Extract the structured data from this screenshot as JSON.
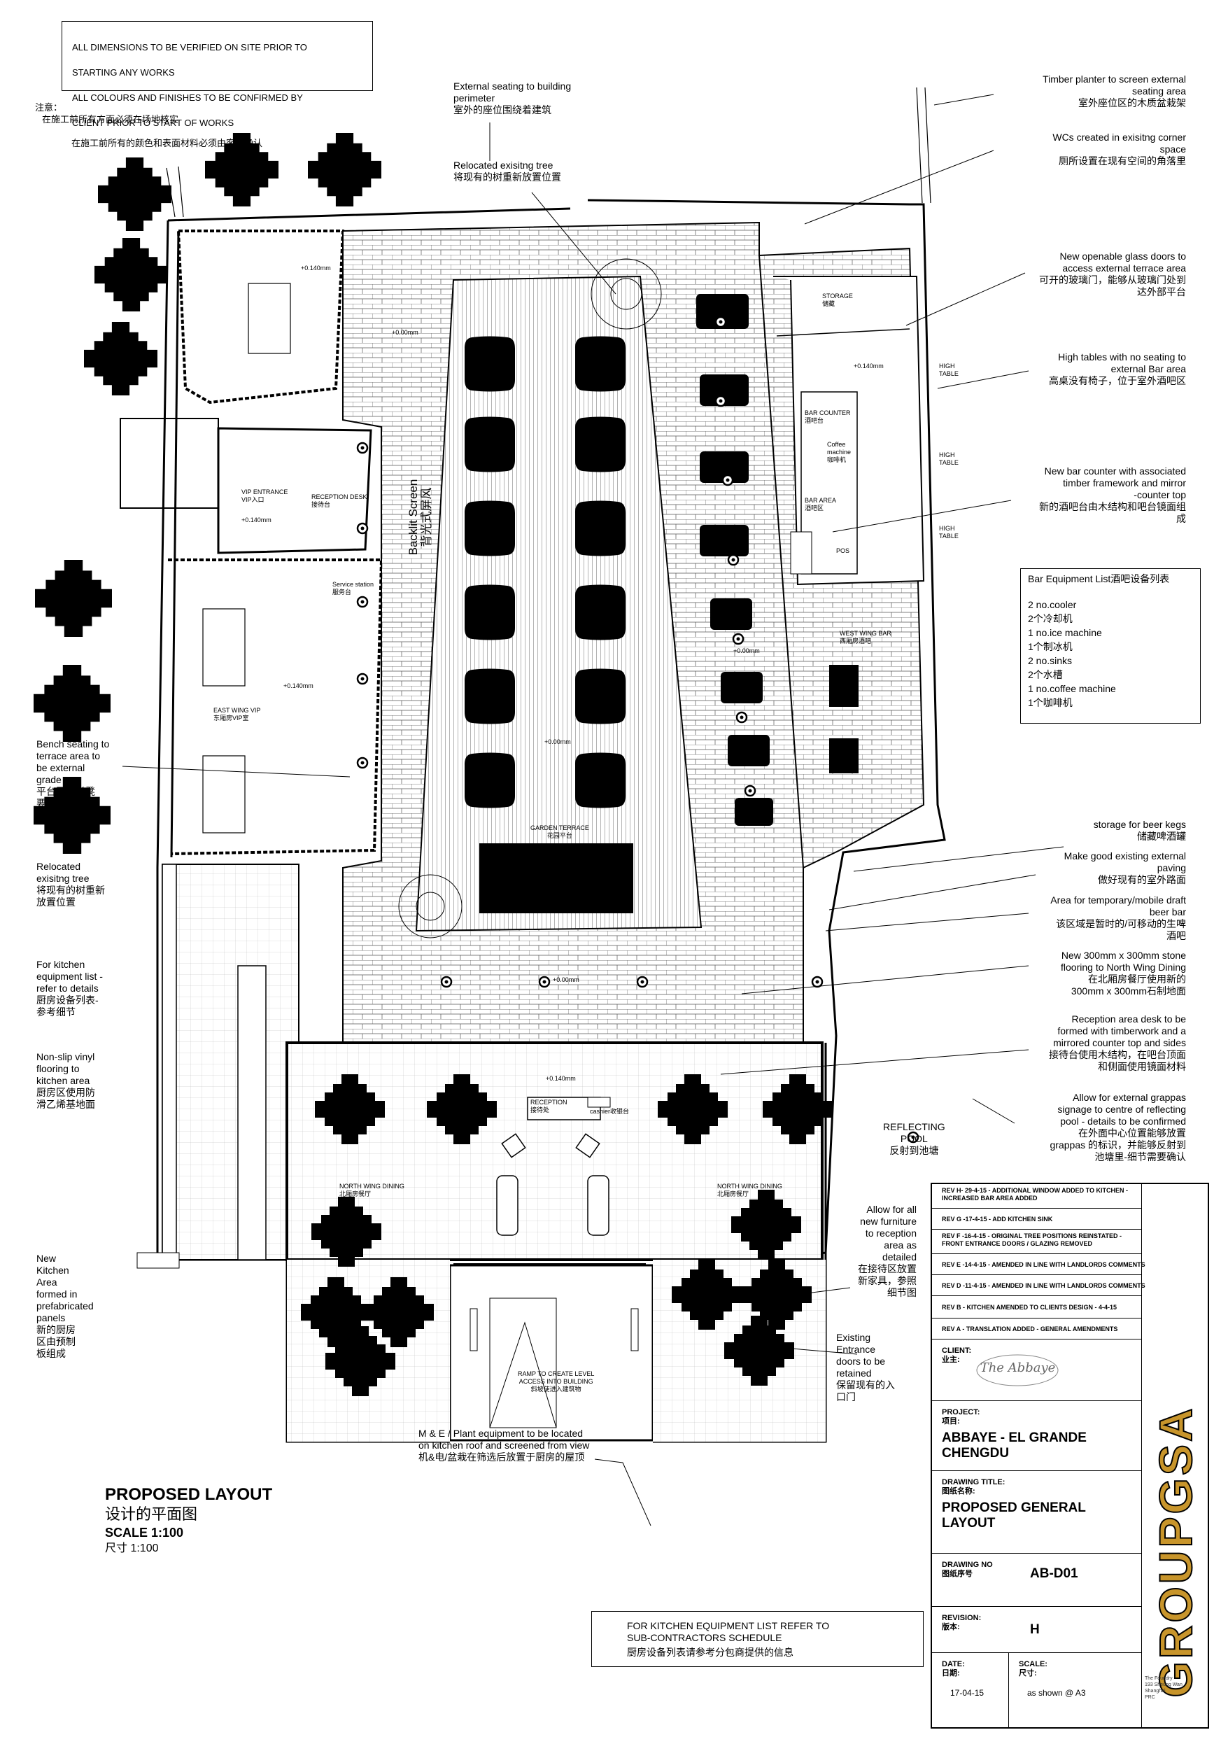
{
  "top_note": {
    "lines": [
      "ALL DIMENSIONS TO BE VERIFIED ON SITE PRIOR TO",
      "STARTING ANY WORKS",
      "ALL COLOURS AND FINISHES TO BE CONFIRMED BY",
      "CLIENT PRIOR TO START OF WORKS"
    ],
    "cn_prefix": "注意：",
    "cn_lines": [
      "在施工前所有方面必须在场地核实",
      "在施工前所有的颜色和表面材料必须由客户确认"
    ]
  },
  "annotations": {
    "external_seating": "External seating to building\nperimeter\n室外的座位围绕着建筑",
    "relocated_tree_top": "Relocated exisitng tree\n将现有的树重新放置位置",
    "timber_planter": "Timber planter to screen external\nseating area\n室外座位区的木质盆栽架",
    "wcs": "WCs created in exisitng corner\nspace\n厕所设置在现有空间的角落里",
    "glass_doors": "New openable glass doors to\naccess external terrace area\n可开的玻璃门，能够从玻璃门处到\n达外部平台",
    "high_tables": "High tables with no seating to\nexternal Bar area\n高桌没有椅子，位于室外酒吧区",
    "bar_counter": "New bar counter with associated\ntimber framework and mirror\n-counter top\n新的酒吧台由木结构和吧台镜面组\n成",
    "bench_seating": "Bench seating to\nterrace area to\nbe external\ngrade\n平台区的长凳\n要是外部级别",
    "relocated_tree_left": "Relocated\nexisitng tree\n将现有的树重新\n放置位置",
    "kitchen_equipment": "For kitchen\nequipment list -\nrefer to details\n厨房设备列表-\n参考细节",
    "vinyl_flooring": "Non-slip vinyl\nflooring to\nkitchen area\n厨房区使用防\n滑乙烯基地面",
    "new_kitchen": "New\nKitchen\nArea\nformed in\nprefabricated\npanels\n新的厨房\n区由预制\n板组成",
    "beer_kegs": "storage for beer kegs\n储藏啤酒罐",
    "make_good": "Make good existing external\npaving\n做好现有的室外路面",
    "temp_bar": "Area for temporary/mobile draft\nbeer bar\n该区域是暂时的/可移动的生啤\n酒吧",
    "stone_flooring": "New 300mm x 300mm stone\nflooring to North Wing Dining\n在北厢房餐厅使用新的\n300mm x 300mm石制地面",
    "reception_desk": "Reception area desk to be\nformed with timberwork and a\nmirrored counter top and sides\n接待台使用木结构，在吧台顶面\n和侧面使用镜面材料",
    "grappas": "Allow for external grappas\nsignage to centre of reflecting\npool - details to be confirmed\n在外面中心位置能够放置\ngrappas 的标识，并能够反射到\n池塘里-细节需要确认",
    "reflecting_pool": "REFLECTING\nPOOL\n反射到池塘",
    "new_furniture": "Allow for all\nnew furniture\nto reception\narea as\ndetailed\n在接待区放置\n新家具，参照\n细节图",
    "entrance_doors": "Existing\nEntrance\ndoors to be\nretained\n保留现有的入\n口门",
    "mep": "M & E / Plant equipment to be located\non kitchen roof and screened from view\n机&电/盆栽在筛选后放置于厨房的屋顶",
    "backlit": "Backlit Screen\n背光式屏风"
  },
  "bar_equipment": {
    "title": "Bar Equipment List酒吧设备列表",
    "items": [
      "2 no.cooler",
      "2个冷却机",
      "1 no.ice machine",
      "1个制冰机",
      "2 no.sinks",
      "2个水槽",
      "1 no.coffee machine",
      "1个咖啡机"
    ]
  },
  "plan_labels": {
    "vip_entrance": "VIP ENTRANCE\nVIP入口",
    "reception_desk_small": "RECEPTION DESK\n接待台",
    "storage": "STORAGE\n储藏",
    "bar_counter": "BAR COUNTER\n酒吧台",
    "coffee_machine": "Coffee\nmachine\n咖啡机",
    "bar_area": "BAR AREA\n酒吧区",
    "pos": "POS",
    "service_station": "Service station\n服务台",
    "east_wing_vip": "EAST WING VIP\n东厢房VIP室",
    "west_wing_bar": "WEST WING BAR\n西厢房酒吧",
    "garden_terrace": "GARDEN TERRACE\n花园平台",
    "reception": "RECEPTION\n接待处",
    "cashier": "cashier收银台",
    "north_wing_dining_l": "NORTH WING DINING\n北厢房餐厅",
    "north_wing_dining_r": "NORTH WING DINING\n北厢房餐厅",
    "ramp": "RAMP TO CREATE LEVEL\nACCESS INTO BUILDING\n斜坡使进入建筑物",
    "level_a": "+0.140mm",
    "level_b": "+0.00mm",
    "level_c": "+0.00mm",
    "level_d": "+0.140mm",
    "level_e": "+0.140mm",
    "level_f": "+0.140mm",
    "level_g": "+0.00mm",
    "level_h": "+0.140mm",
    "level_i": "+0.00mm",
    "high_table_1": "HIGH\nTABLE",
    "high_table_2": "HIGH\nTABLE",
    "high_table_3": "HIGH\nTABLE"
  },
  "layout_title": {
    "title": "PROPOSED LAYOUT",
    "title_cn": "设计的平面图",
    "scale": "SCALE 1:100",
    "scale_cn": "尺寸  1:100"
  },
  "kitchen_note": {
    "lines": [
      "FOR KITCHEN EQUIPMENT LIST REFER TO",
      "SUB-CONTRACTORS SCHEDULE",
      "厨房设备列表请参考分包商提供的信息"
    ]
  },
  "revisions": [
    "REV H- 29-4-15 - ADDITIONAL WINDOW ADDED TO KITCHEN - INCREASED BAR AREA ADDED",
    "REV G -17-4-15 - ADD KITCHEN SINK",
    "REV F -16-4-15 - ORIGINAL TREE POSITIONS REINSTATED - FRONT ENTRANCE DOORS / GLAZING REMOVED",
    "REV E -14-4-15 - AMENDED IN LINE WITH LANDLORDS COMMENTS",
    "REV D -11-4-15 - AMENDED IN LINE WITH LANDLORDS COMMENTS",
    "REV B - KITCHEN AMENDED TO CLIENTS DESIGN - 4-4-15",
    "REV A - TRANSLATION ADDED - GENERAL AMENDMENTS"
  ],
  "title_block": {
    "client_label": "CLIENT:\n业主:",
    "client_logo": "The Abbaye",
    "project_label": "PROJECT:\n项目:",
    "project": "ABBAYE - EL GRANDE\nCHENGDU",
    "drawing_title_label": "DRAWING TITLE:\n图纸名称:",
    "drawing_title": "PROPOSED GENERAL\nLAYOUT",
    "drawing_no_label": "DRAWING NO\n图纸序号",
    "drawing_no": "AB-D01",
    "revision_label": "REVISION:\n版本:",
    "revision": "H",
    "date_label": "DATE:\n日期:",
    "date": "17-04-15",
    "scale_label": "SCALE:\n尺寸:",
    "scale": "as shown @ A3",
    "company_logo": "GROUPGSA",
    "company_address": "The Foundry\n193 Sheung Wan\nShanghai\nPRC"
  }
}
